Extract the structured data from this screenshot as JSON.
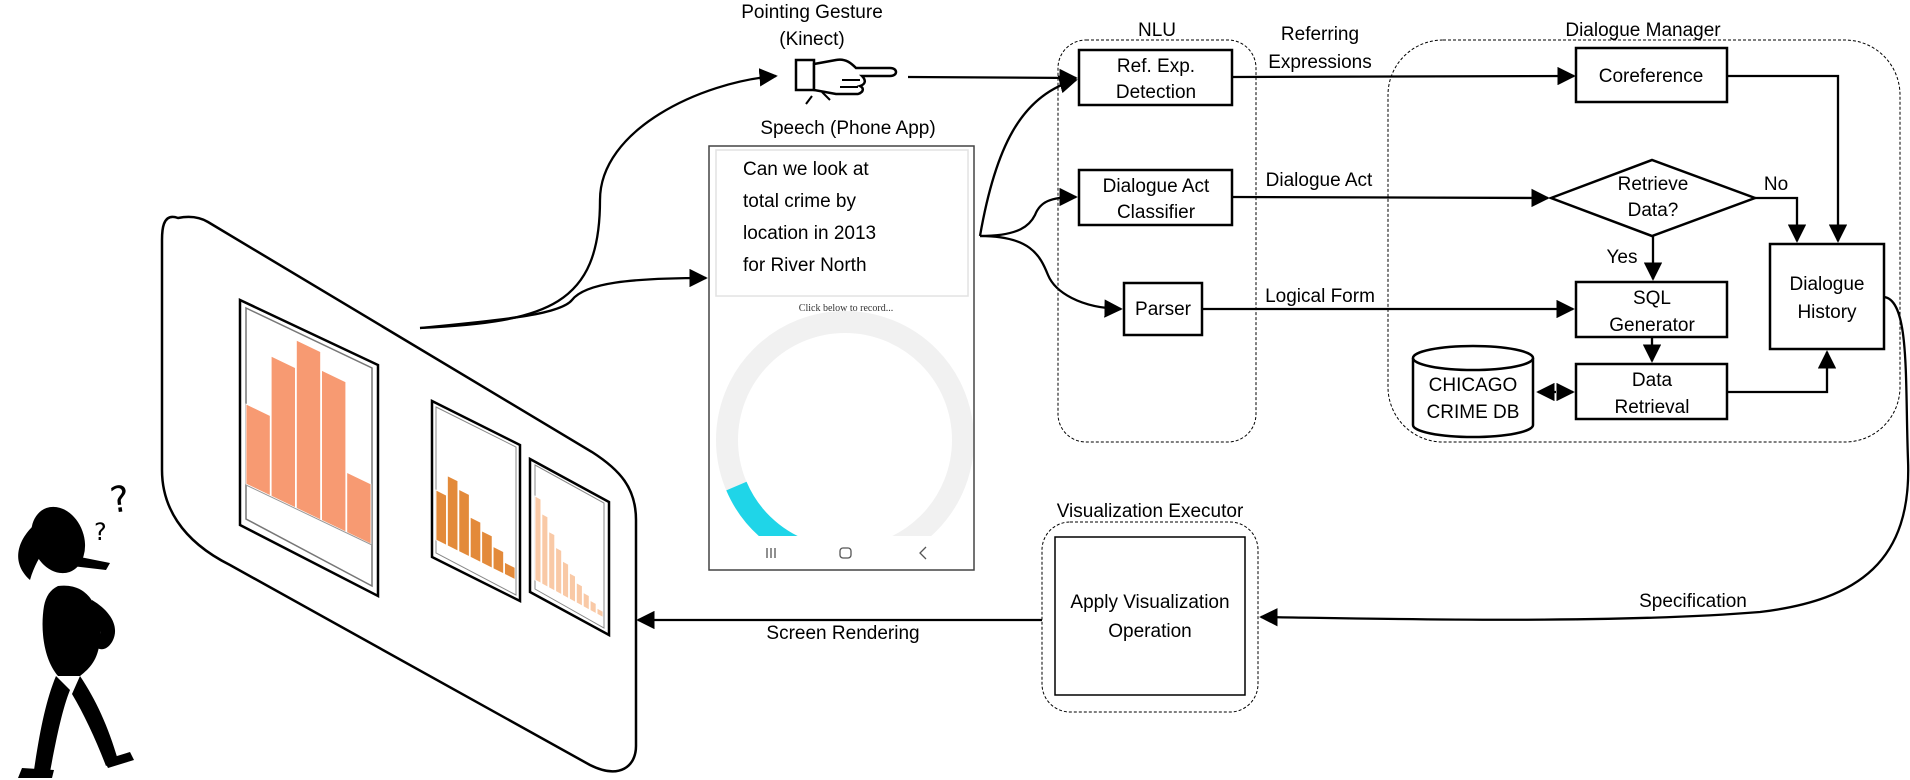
{
  "inputs": {
    "gesture_title_line1": "Pointing Gesture",
    "gesture_title_line2": "(Kinect)",
    "gesture_icon": "pointing-hand-icon",
    "speech_title": "Speech (Phone App)"
  },
  "phone": {
    "utterance": [
      "Can we look at",
      "total crime by",
      "location in 2013",
      "for River North"
    ],
    "record_hint": "Click below to record...",
    "record_progress": 0.16,
    "accent": "#1fd5e8",
    "ring_color": "#f1f1f1",
    "nav_icons": [
      "recent-apps-icon",
      "home-icon",
      "back-icon"
    ]
  },
  "nlu": {
    "title": "NLU",
    "refexp": [
      "Ref. Exp.",
      "Detection"
    ],
    "dialogue_act": [
      "Dialogue Act",
      "Classifier"
    ],
    "parser": "Parser"
  },
  "edges": {
    "referring": [
      "Referring",
      "Expressions"
    ],
    "dialogue_act": "Dialogue Act",
    "logical_form": "Logical Form",
    "specification": "Specification",
    "screen_rendering": "Screen Rendering"
  },
  "dm": {
    "title": "Dialogue Manager",
    "coreference": "Coreference",
    "retrieve": [
      "Retrieve",
      "Data?"
    ],
    "no": "No",
    "yes": "Yes",
    "sql": [
      "SQL",
      "Generator"
    ],
    "data_retrieval": [
      "Data",
      "Retrieval"
    ],
    "db": [
      "CHICAGO",
      "CRIME DB"
    ],
    "history": [
      "Dialogue",
      "History"
    ]
  },
  "viz": {
    "title": "Visualization Executor",
    "apply": [
      "Apply Visualization",
      "Operation"
    ]
  },
  "screen": {
    "bar_color": "#f79a72",
    "bar_color_dark": "#e38a3a",
    "bar_color_light": "#f9c9a6"
  },
  "user_figure": "confused-person-icon"
}
